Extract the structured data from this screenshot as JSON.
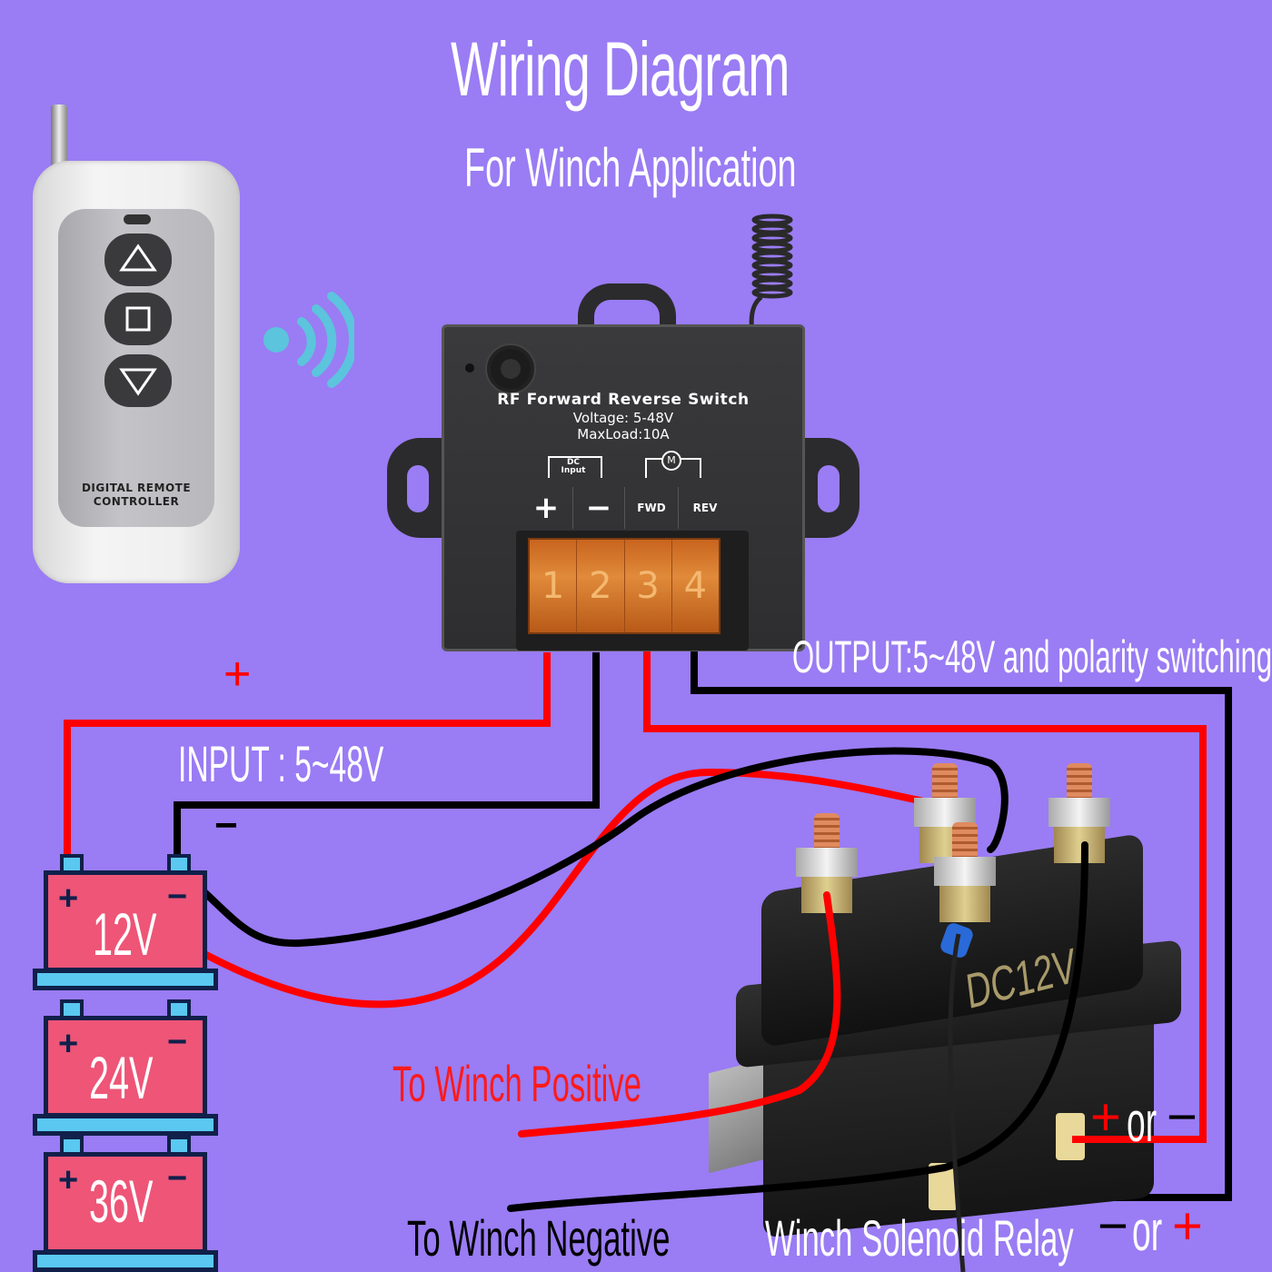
{
  "header": {
    "title": "Wiring Diagram",
    "subtitle": "For Winch Application"
  },
  "remote": {
    "label_line1": "DIGITAL REMOTE",
    "label_line2": "CONTROLLER",
    "buttons": [
      "up-arrow",
      "stop-square",
      "down-arrow"
    ]
  },
  "switch_module": {
    "name": "RF Forward Reverse Switch",
    "voltage": "Voltage: 5-48V",
    "max_load": "MaxLoad:10A",
    "dc_input_label": "DC Input",
    "motor_symbol": "M",
    "terminal_labels": [
      "+",
      "−",
      "FWD",
      "REV"
    ],
    "terminal_numbers": [
      "1",
      "2",
      "3",
      "4"
    ]
  },
  "labels": {
    "output": "OUTPUT:5~48V and polarity switching",
    "input": "INPUT :  5~48V",
    "plus_sign": "+",
    "minus_sign": "−",
    "to_winch_positive": "To Winch Positive",
    "to_winch_negative": "To Winch Negative",
    "winch_solenoid_relay": "Winch Solenoid Relay",
    "or_upper": "or",
    "or_lower": "or",
    "upper_left_sign": "+",
    "upper_right_sign": "−",
    "lower_left_sign": "−",
    "lower_right_sign": "+"
  },
  "batteries": [
    {
      "voltage": "12V",
      "plus": "+",
      "minus": "−"
    },
    {
      "voltage": "24V",
      "plus": "+",
      "minus": "−"
    },
    {
      "voltage": "36V",
      "plus": "+",
      "minus": "−"
    }
  ],
  "relay": {
    "marking": "DC12V"
  },
  "colors": {
    "background": "#9a7cf4",
    "wire_positive": "#ff0000",
    "wire_negative": "#000000",
    "battery_body": "#ee5577",
    "battery_base": "#5ac8f0",
    "signal": "#5cc4dc"
  }
}
